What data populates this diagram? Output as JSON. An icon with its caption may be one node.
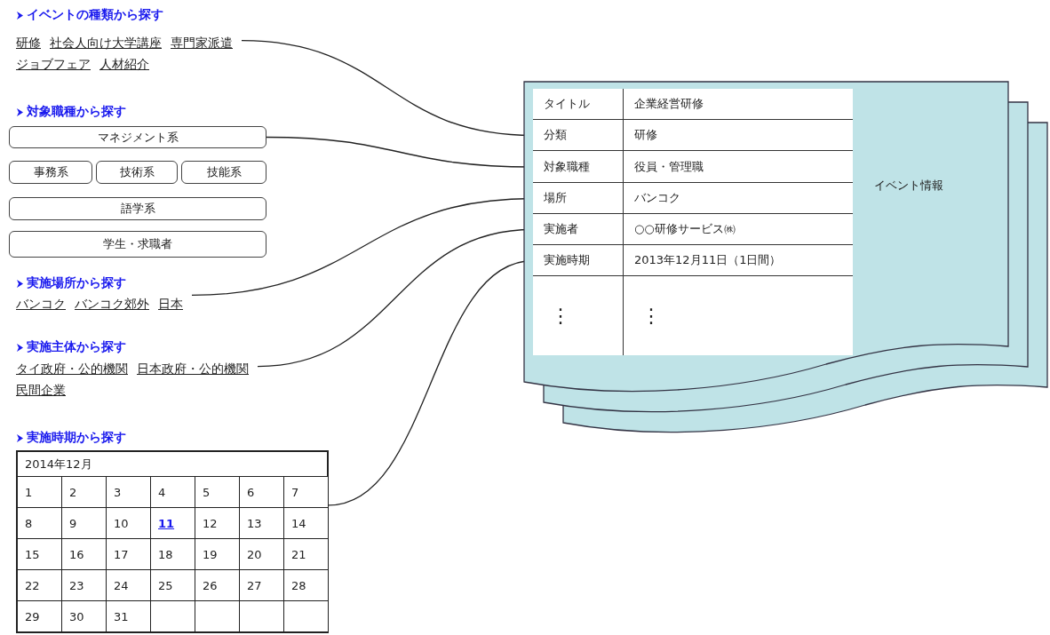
{
  "diagram": {
    "nodes": [
      {
        "text": [
          "研修",
          "社会人向け大学講座",
          "専門家派遣",
          "ジョブフェア",
          "人材紹介"
        ]
      },
      {
        "text": [
          "マネジメント系"
        ]
      },
      {
        "text": [
          "事務系"
        ]
      },
      {
        "text": [
          "技術系"
        ]
      },
      {
        "text": [
          "技能系"
        ]
      },
      {
        "text": [
          "語学系"
        ]
      },
      {
        "text": [
          "学生・求職者"
        ]
      },
      {
        "text": [
          "バンコク",
          "バンコク郊外",
          "日本"
        ]
      },
      {
        "text": [
          "タイ政府・公的機関",
          "日本政府・公的機関",
          "民間企業"
        ]
      },
      {
        "text": [
          "2014年12月",
          "1",
          "2",
          "3",
          "4",
          "5",
          "6",
          "7",
          "8",
          "9",
          "10",
          "11",
          "12",
          "13",
          "14",
          "15",
          "16",
          "17",
          "18",
          "19",
          "20",
          "21",
          "22",
          "23",
          "24",
          "25",
          "26",
          "27",
          "28",
          "29",
          "30",
          "31"
        ]
      },
      {
        "text": [
          "イベント情報"
        ]
      },
      {
        "text": [
          "タイトル",
          "企業経営研修"
        ],
        "in": 10
      },
      {
        "text": [
          "分類",
          "研修"
        ],
        "in": 10
      },
      {
        "text": [
          "対象職種",
          "役員・管理職"
        ],
        "in": 10
      },
      {
        "text": [
          "場所",
          "バンコク"
        ],
        "in": 10
      },
      {
        "text": [
          "実施者",
          "○○研修サービス㈱"
        ],
        "in": 10
      },
      {
        "text": [
          "実施時期",
          "2013年12月11日（1日間）"
        ],
        "in": 10
      },
      {
        "text": [
          "⋮",
          "⋮"
        ],
        "in": 10
      }
    ],
    "edges": [
      {
        "from": 0,
        "to": 12,
        "arrow": "none"
      },
      {
        "from": 1,
        "to": 13,
        "arrow": "none"
      },
      {
        "from": 7,
        "to": 14,
        "arrow": "none"
      },
      {
        "from": 8,
        "to": 15,
        "arrow": "none"
      },
      {
        "from": 9,
        "to": 16,
        "arrow": "none"
      }
    ],
    "labels": [
      "イベントの種類から探す",
      "対象職種から探す",
      "実施場所から探す",
      "実施主体から探す",
      "実施時期から探す"
    ]
  }
}
